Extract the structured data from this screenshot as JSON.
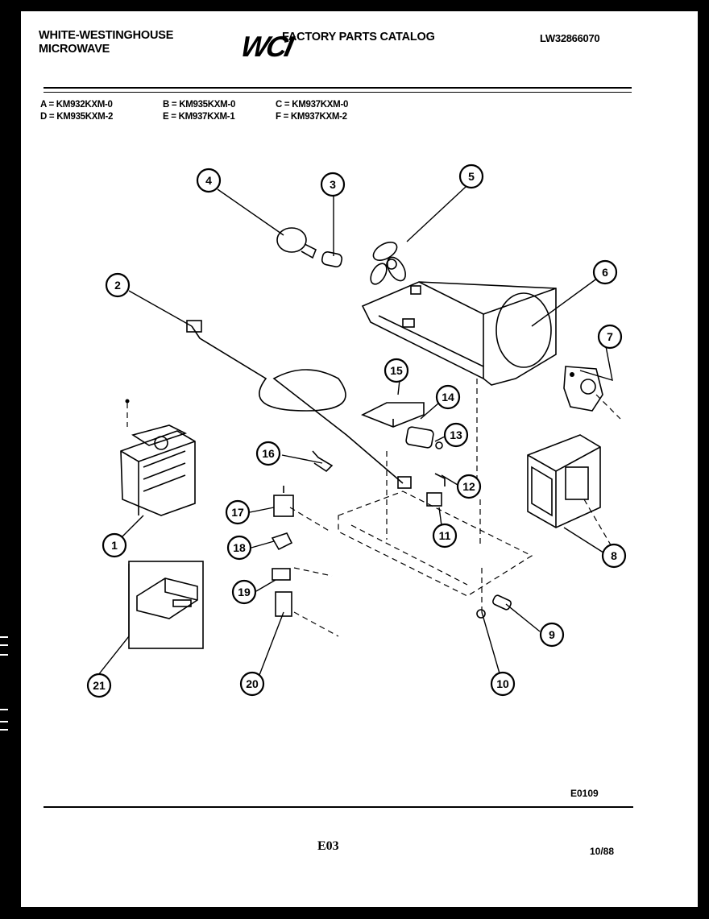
{
  "header": {
    "brand_line1": "WHITE-WESTINGHOUSE",
    "brand_line2": "MICROWAVE",
    "logo_text": "WCI",
    "catalog_title": "FACTORY PARTS CATALOG",
    "doc_code": "LW32866070"
  },
  "models": [
    "A = KM932KXM-0",
    "B = KM935KXM-0",
    "C = KM937KXM-0",
    "D = KM935KXM-2",
    "E = KM937KXM-1",
    "F = KM937KXM-2"
  ],
  "callouts": [
    "1",
    "2",
    "3",
    "4",
    "5",
    "6",
    "7",
    "8",
    "9",
    "10",
    "11",
    "12",
    "13",
    "14",
    "15",
    "16",
    "17",
    "18",
    "19",
    "20",
    "21"
  ],
  "footer": {
    "diagram_code": "E0109",
    "page_code": "E03",
    "date": "10/88"
  }
}
